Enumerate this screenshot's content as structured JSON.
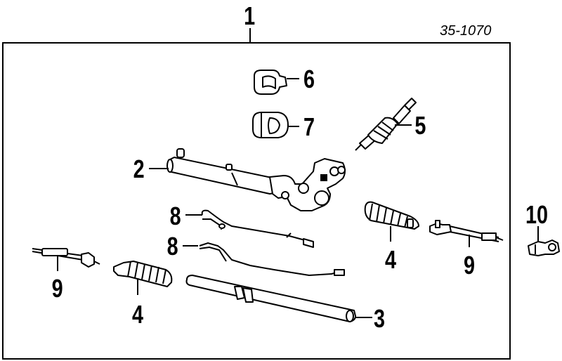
{
  "reference_number": "35-1070",
  "callouts": {
    "assembly": "1",
    "housing": "2",
    "rack": "3",
    "boot_left": "4",
    "boot_right": "4",
    "pinion": "5",
    "bracket": "6",
    "bushing": "7",
    "tube_upper": "8",
    "tube_lower": "8",
    "tie_rod_left": "9",
    "tie_rod_right": "9",
    "tie_rod_end": "10"
  }
}
